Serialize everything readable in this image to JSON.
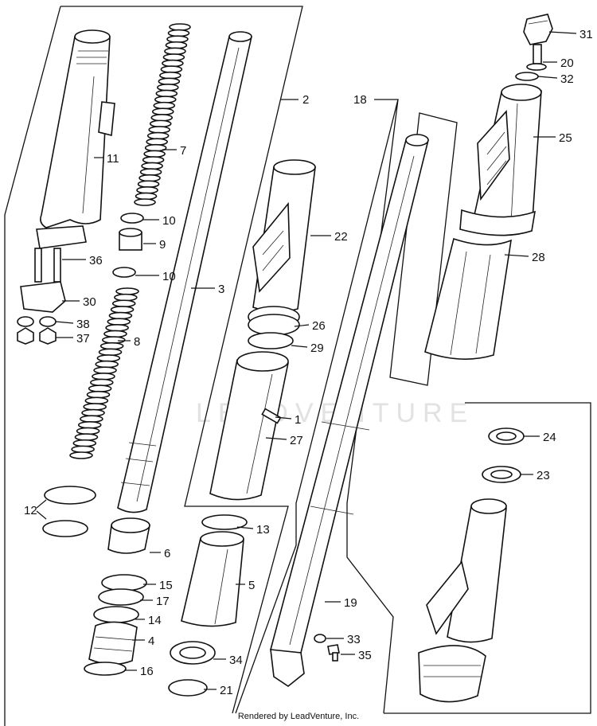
{
  "watermark": "LEADVENTURE",
  "footer": "Rendered by LeadVenture, Inc.",
  "parts": [
    {
      "number": "31"
    },
    {
      "number": "20"
    },
    {
      "number": "32"
    },
    {
      "number": "25"
    },
    {
      "number": "28"
    },
    {
      "number": "2"
    },
    {
      "number": "18"
    },
    {
      "number": "11"
    },
    {
      "number": "7"
    },
    {
      "number": "10"
    },
    {
      "number": "9"
    },
    {
      "number": "10"
    },
    {
      "number": "36"
    },
    {
      "number": "30"
    },
    {
      "number": "38"
    },
    {
      "number": "37"
    },
    {
      "number": "8"
    },
    {
      "number": "3"
    },
    {
      "number": "22"
    },
    {
      "number": "26"
    },
    {
      "number": "29"
    },
    {
      "number": "1"
    },
    {
      "number": "27"
    },
    {
      "number": "24"
    },
    {
      "number": "23"
    },
    {
      "number": "12"
    },
    {
      "number": "13"
    },
    {
      "number": "6"
    },
    {
      "number": "15"
    },
    {
      "number": "17"
    },
    {
      "number": "14"
    },
    {
      "number": "4"
    },
    {
      "number": "16"
    },
    {
      "number": "5"
    },
    {
      "number": "34"
    },
    {
      "number": "21"
    },
    {
      "number": "19"
    },
    {
      "number": "33"
    },
    {
      "number": "35"
    }
  ]
}
